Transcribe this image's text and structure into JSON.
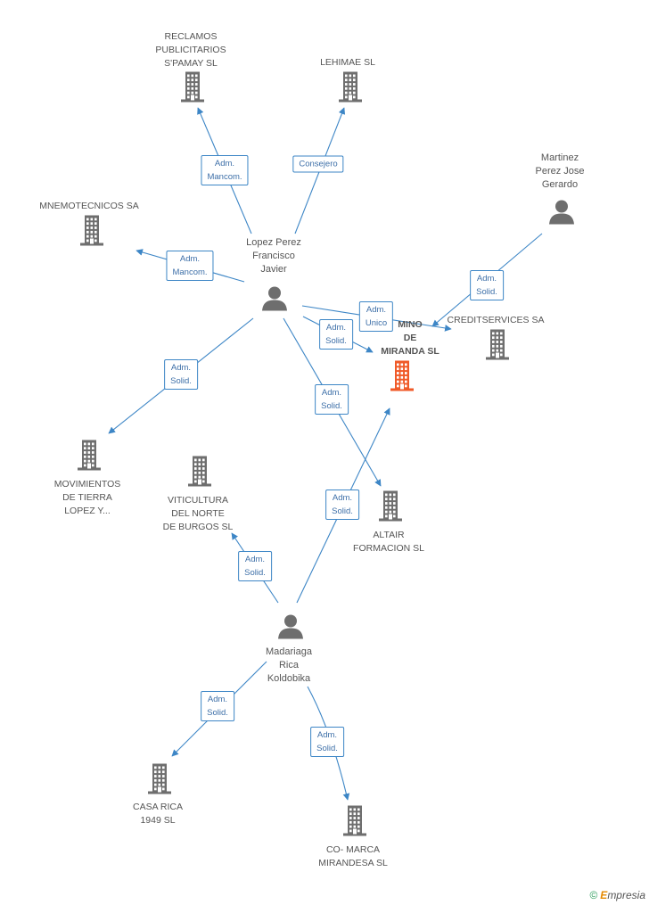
{
  "nodes": [
    {
      "id": "reclamos",
      "type": "company",
      "label": "RECLAMOS\nPUBLICITARIOS\nS'PAMAY SL"
    },
    {
      "id": "lehimae",
      "type": "company",
      "label": "LEHIMAE  SL"
    },
    {
      "id": "mnemotecnicos",
      "type": "company",
      "label": "MNEMOTECNICOS SA"
    },
    {
      "id": "martinez",
      "type": "person",
      "label": "Martinez\nPerez Jose\nGerardo"
    },
    {
      "id": "lopez",
      "type": "person",
      "label": "Lopez Perez\nFrancisco\nJavier"
    },
    {
      "id": "creditservices",
      "type": "company",
      "label": "CREDITSERVICES SA"
    },
    {
      "id": "camino",
      "type": "company-main",
      "label": "MINO\nDE\nMIRANDA SL"
    },
    {
      "id": "movimientos",
      "type": "company",
      "label": "MOVIMIENTOS\nDE TIERRA\nLOPEZ Y..."
    },
    {
      "id": "viticultura",
      "type": "company",
      "label": "VITICULTURA\nDEL NORTE\nDE BURGOS SL"
    },
    {
      "id": "altair",
      "type": "company",
      "label": "ALTAIR\nFORMACION SL"
    },
    {
      "id": "madariaga",
      "type": "person",
      "label": "Madariaga\nRica\nKoldobika"
    },
    {
      "id": "casarica",
      "type": "company",
      "label": "CASA RICA\n1949  SL"
    },
    {
      "id": "comarca",
      "type": "company",
      "label": "CO- MARCA\nMIRANDESA SL"
    }
  ],
  "edges": [
    {
      "from": "lopez",
      "to": "reclamos",
      "label": "Adm.\nMancom."
    },
    {
      "from": "lopez",
      "to": "lehimae",
      "label": "Consejero"
    },
    {
      "from": "lopez",
      "to": "mnemotecnicos",
      "label": "Adm.\nMancom."
    },
    {
      "from": "lopez",
      "to": "creditservices",
      "label": "Adm.\nUnico"
    },
    {
      "from": "lopez",
      "to": "camino",
      "label": "Adm.\nSolid."
    },
    {
      "from": "martinez",
      "to": "creditservices",
      "label": "Adm.\nSolid."
    },
    {
      "from": "lopez",
      "to": "movimientos",
      "label": "Adm.\nSolid."
    },
    {
      "from": "lopez",
      "to": "altair",
      "label": "Adm.\nSolid."
    },
    {
      "from": "madariaga",
      "to": "camino",
      "label": "Adm.\nSolid."
    },
    {
      "from": "madariaga",
      "to": "viticultura",
      "label": "Adm.\nSolid."
    },
    {
      "from": "madariaga",
      "to": "casarica",
      "label": "Adm.\nSolid."
    },
    {
      "from": "madariaga",
      "to": "comarca",
      "label": "Adm.\nSolid."
    }
  ],
  "colors": {
    "edge": "#3d86c6",
    "company_icon": "#6e6e6e",
    "main_company_icon": "#f05a28",
    "person_icon": "#6e6e6e"
  },
  "footer": {
    "copyright": "©",
    "brand_initial": "E",
    "brand_rest": "mpresia"
  }
}
